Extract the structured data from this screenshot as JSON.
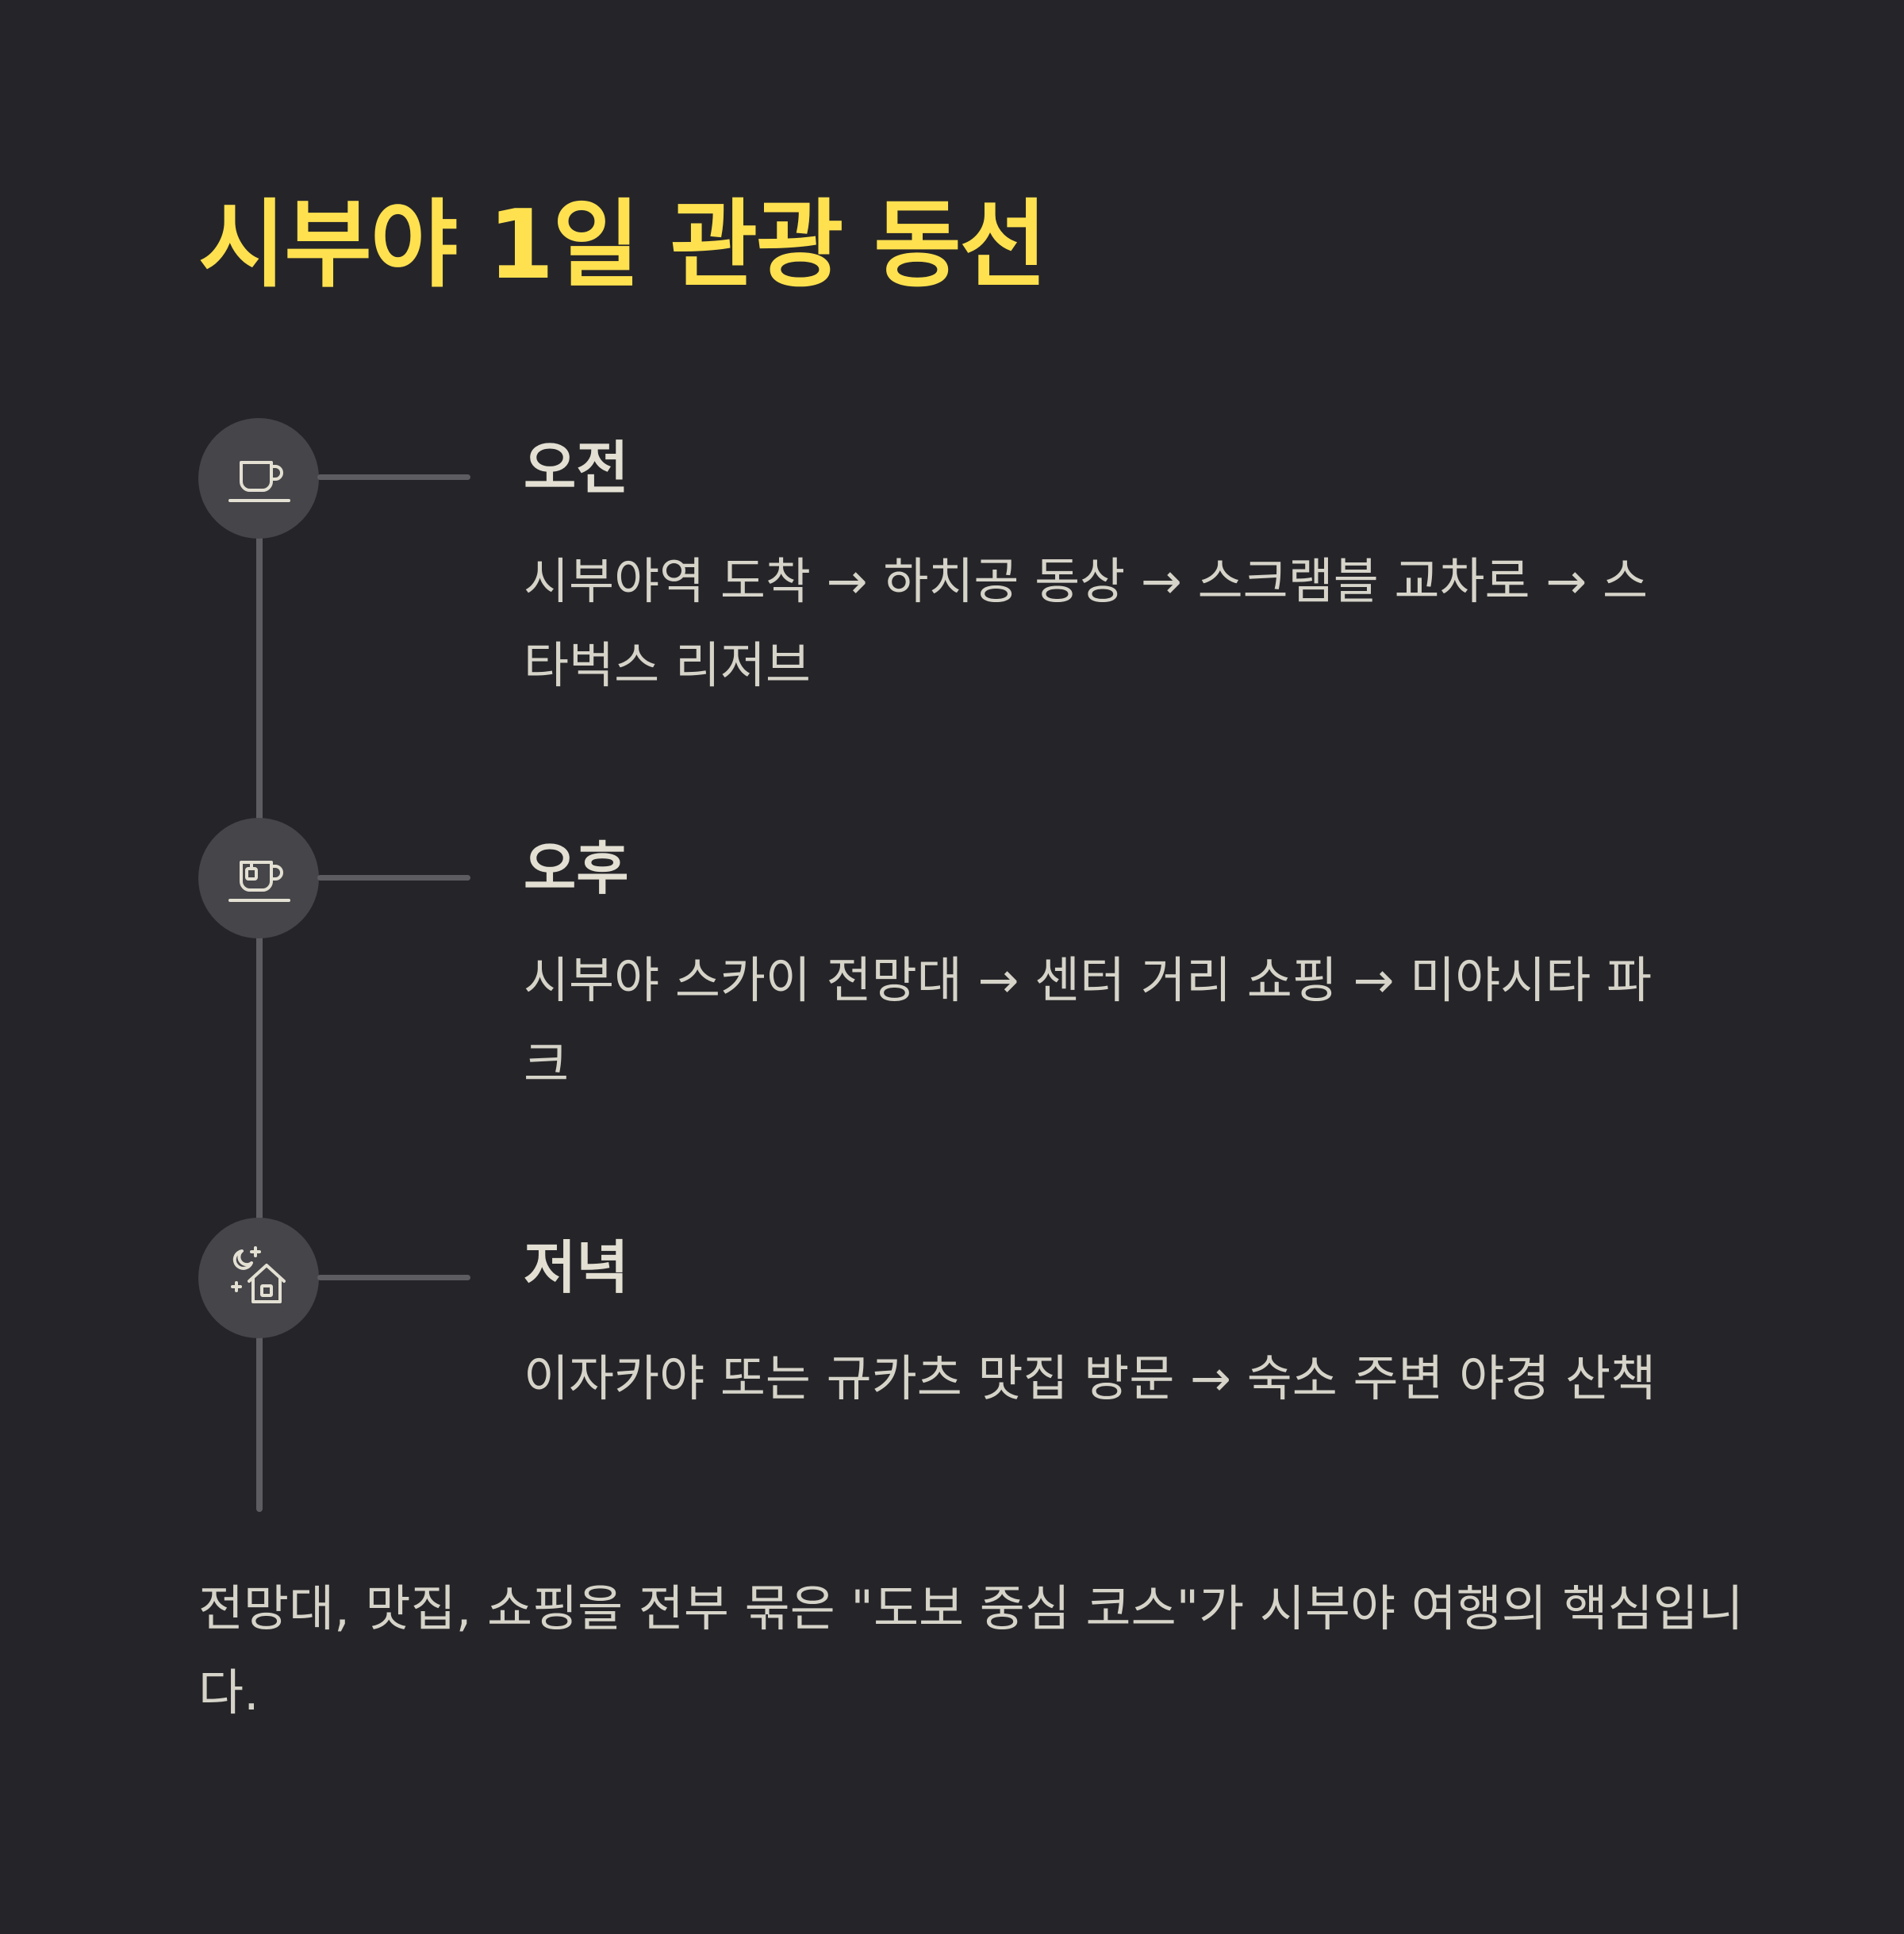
{
  "title": "시부야 1일 관광 동선",
  "steps": [
    {
      "heading": "오전",
      "description": "시부야역 도착 → 하치공 동상 → 스크램블 교차로 → 스타벅스 리저브",
      "icon": "coffee-cup-icon"
    },
    {
      "heading": "오후",
      "description": "시부야 스카이 전망대 → 센터 거리 쇼핑 → 미야시타 파크",
      "icon": "tea-cup-icon"
    },
    {
      "heading": "저녁",
      "description": "이자카야 또는 규카츠 맛집 방문 → 숙소 주변 야경 산책",
      "icon": "night-house-icon"
    }
  ],
  "summary": "전망대, 맛집, 쇼핑을 전부 묶은 \"도보 중심 코스\"가 시부야 여행의 핵심입니다.",
  "colors": {
    "background": "#252529",
    "title": "#FFE14F",
    "heading": "#E3E0D3",
    "body_text": "#D6D3C9",
    "icon_circle": "#45454A",
    "timeline_line": "#5C5C61"
  }
}
